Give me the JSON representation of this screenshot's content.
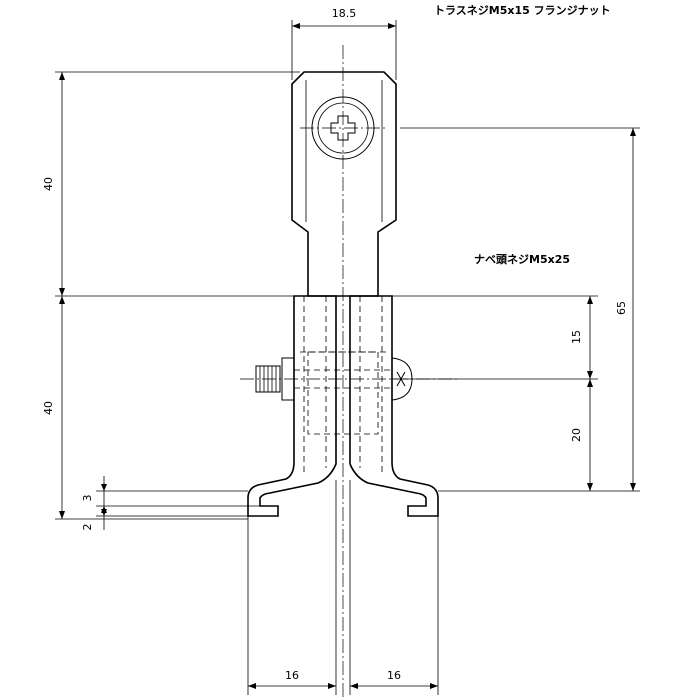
{
  "labels": {
    "truss_screw": "トラスネジM5x15 フランジナット",
    "pan_screw": "ナベ頭ネジM5x25"
  },
  "dimensions": {
    "top_width": "18.5",
    "upper_height": "40",
    "lower_height": "40",
    "overall_height": "65",
    "screw_offset": "15",
    "screw_to_base": "20",
    "rail_lip": "3",
    "rail_thickness": "2",
    "left_width": "16",
    "right_width": "16"
  }
}
